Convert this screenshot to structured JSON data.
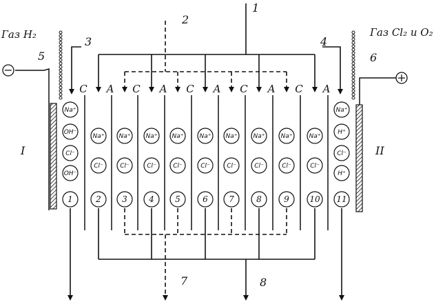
{
  "labels": {
    "gas_h2": "Газ H₂",
    "gas_cl2_o2": "Газ Cl₂ и O₂",
    "n1": "1",
    "n2": "2",
    "n3": "3",
    "n4": "4",
    "n5": "5",
    "n6": "6",
    "n7": "7",
    "n8": "8",
    "cathode_mark": "I",
    "anode_mark": "II",
    "minus": "−",
    "plus": "+"
  },
  "membranes": [
    "C",
    "A",
    "C",
    "A",
    "C",
    "A",
    "C",
    "A",
    "C",
    "A"
  ],
  "ion_labels": {
    "na": "Na⁺",
    "oh": "OH⁻",
    "cl": "Cl⁻",
    "h": "H⁺"
  },
  "chambers": [
    {
      "num": "1",
      "ions": [
        "na",
        "oh",
        "cl",
        "oh"
      ]
    },
    {
      "num": "2",
      "ions": [
        "na",
        "cl"
      ]
    },
    {
      "num": "3",
      "ions": [
        "na",
        "cl"
      ]
    },
    {
      "num": "4",
      "ions": [
        "na",
        "cl"
      ]
    },
    {
      "num": "5",
      "ions": [
        "na",
        "cl"
      ]
    },
    {
      "num": "6",
      "ions": [
        "na",
        "cl"
      ]
    },
    {
      "num": "7",
      "ions": [
        "na",
        "cl"
      ]
    },
    {
      "num": "8",
      "ions": [
        "na",
        "cl"
      ]
    },
    {
      "num": "9",
      "ions": [
        "na",
        "cl"
      ]
    },
    {
      "num": "10",
      "ions": [
        "na",
        "cl"
      ]
    },
    {
      "num": "11",
      "ions": [
        "na",
        "h",
        "cl",
        "h"
      ]
    }
  ]
}
